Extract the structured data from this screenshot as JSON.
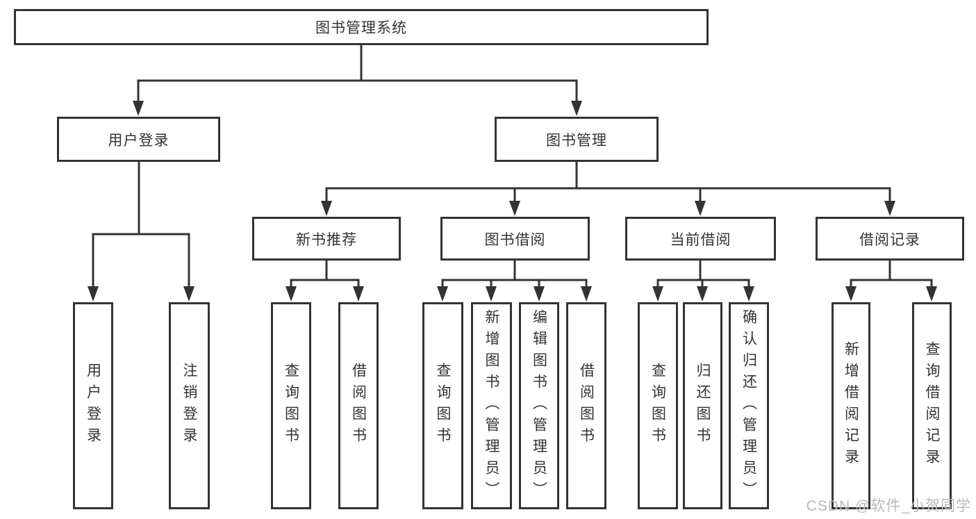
{
  "colors": {
    "line": "#333333",
    "text": "#333333",
    "watermark_text_color": "#b9b9b9"
  },
  "watermark": "CSDN @软件_小贺同学",
  "tree": {
    "label": "图书管理系统",
    "children": [
      {
        "label": "用户登录",
        "children": [
          {
            "label": "用户登录"
          },
          {
            "label": "注销登录"
          }
        ]
      },
      {
        "label": "图书管理",
        "children": [
          {
            "label": "新书推荐",
            "children": [
              {
                "label": "查询图书"
              },
              {
                "label": "借阅图书"
              }
            ]
          },
          {
            "label": "图书借阅",
            "children": [
              {
                "label": "查询图书"
              },
              {
                "label": "新增图书（管理员）"
              },
              {
                "label": "编辑图书（管理员）"
              },
              {
                "label": "借阅图书"
              }
            ]
          },
          {
            "label": "当前借阅",
            "children": [
              {
                "label": "查询图书"
              },
              {
                "label": "归还图书"
              },
              {
                "label": "确认归还（管理员）"
              }
            ]
          },
          {
            "label": "借阅记录",
            "children": [
              {
                "label": "新增借阅记录"
              },
              {
                "label": "查询借阅记录"
              }
            ]
          }
        ]
      }
    ]
  }
}
